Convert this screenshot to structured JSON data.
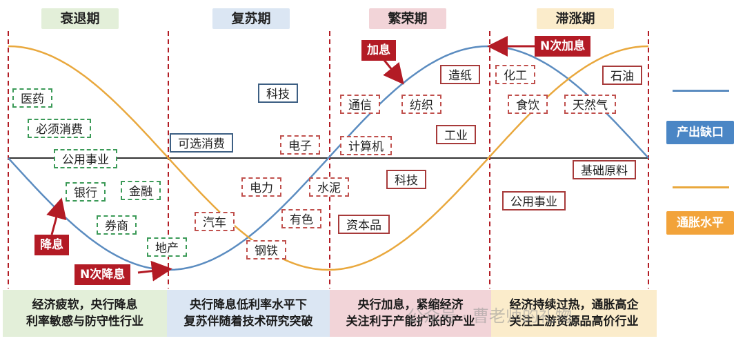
{
  "phases": [
    {
      "label": "衰退期",
      "bg": "#e3efd9"
    },
    {
      "label": "复苏期",
      "bg": "#dbe6f3"
    },
    {
      "label": "繁荣期",
      "bg": "#f2d4d8"
    },
    {
      "label": "滞涨期",
      "bg": "#fbeccb"
    }
  ],
  "sectors": {
    "recession": [
      "医药",
      "必须消费",
      "公用事业",
      "银行",
      "金融",
      "券商",
      "地产"
    ],
    "recovery": [
      "科技",
      "可选消费",
      "电子",
      "电力",
      "水泥",
      "汽车",
      "有色",
      "钢铁"
    ],
    "boom": [
      "通信",
      "纺织",
      "造纸",
      "计算机",
      "工业",
      "科技",
      "资本品"
    ],
    "stagflation": [
      "化工",
      "石油",
      "食饮",
      "天然气",
      "基础原料",
      "公用事业"
    ]
  },
  "events": {
    "rate_cut": "降息",
    "n_rate_cuts": "N次降息",
    "rate_hike": "加息",
    "n_rate_hikes": "N次加息"
  },
  "legend": [
    {
      "label": "产出缺口",
      "color": "#5b8cc0",
      "box": "#4a86c5"
    },
    {
      "label": "通胀水平",
      "color": "#e9a83d",
      "box": "#f2a33a"
    }
  ],
  "footer": [
    {
      "line1": "经济疲软，央行降息",
      "line2": "利率敏感与防守性行业",
      "bg": "#e3efd9"
    },
    {
      "line1": "央行降息低利率水平下",
      "line2": "复苏伴随着技术研究突破",
      "bg": "#dbe6f3"
    },
    {
      "line1": "央行加息，紧缩经济",
      "line2": "关注利于产能扩张的产业",
      "bg": "#f2d4d8"
    },
    {
      "line1": "经济持续过热，通胀高企",
      "line2": "关注上游资源品高价行业",
      "bg": "#fbeccb"
    }
  ],
  "watermark": "公众号 · 曹老师的礼物"
}
